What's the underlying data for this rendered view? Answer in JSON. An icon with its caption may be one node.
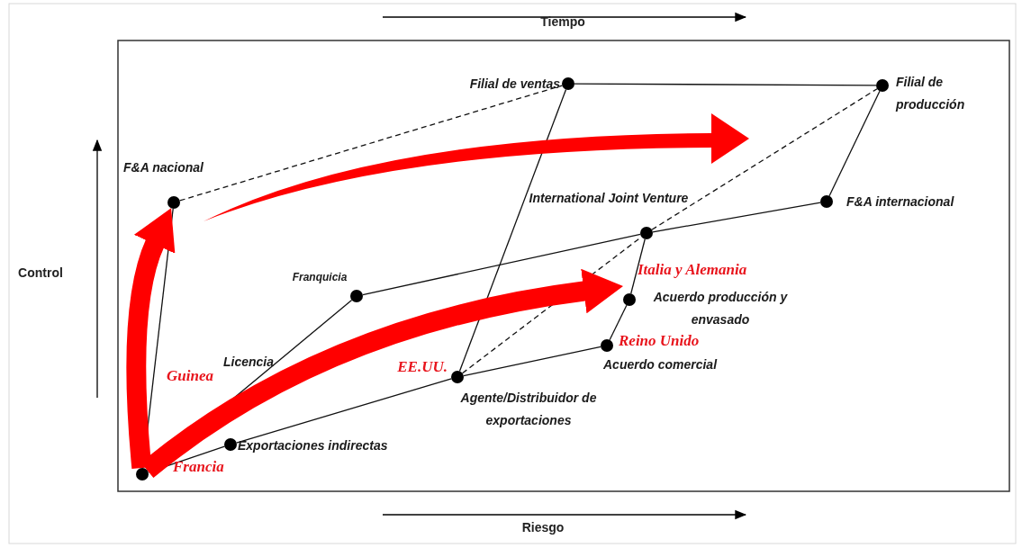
{
  "diagram": {
    "nodes": [
      {
        "text": [],
        "shape": "circle"
      },
      {
        "text": [],
        "shape": "circle",
        "beside": [
          "Exportaciones indirectas"
        ]
      },
      {
        "text": [],
        "shape": "circle",
        "beside": [
          "Franquicia"
        ]
      },
      {
        "text": [],
        "shape": "circle",
        "beside": [
          "F&A nacional"
        ]
      },
      {
        "text": [],
        "shape": "circle",
        "beside": [
          "EE.UU.",
          "Agente/Distribuidor de exportaciones"
        ]
      },
      {
        "text": [],
        "shape": "circle",
        "beside": [
          "Reino Unido",
          "Acuerdo comercial"
        ]
      },
      {
        "text": [],
        "shape": "circle",
        "beside": [
          "Italia y Alemania",
          "Acuerdo producción y envasado"
        ]
      },
      {
        "text": [],
        "shape": "circle",
        "beside": [
          "International Joint Venture"
        ]
      },
      {
        "text": [],
        "shape": "circle",
        "beside": [
          "F&A internacional"
        ]
      },
      {
        "text": [],
        "shape": "circle",
        "beside": [
          "Filial de ventas"
        ]
      },
      {
        "text": [],
        "shape": "circle",
        "beside": [
          "Filial de producción"
        ]
      }
    ],
    "edges": [
      {
        "from": 0,
        "to": 1,
        "arrow": "none"
      },
      {
        "from": 1,
        "to": 4,
        "arrow": "none"
      },
      {
        "from": 4,
        "to": 5,
        "arrow": "none"
      },
      {
        "from": 5,
        "to": 6,
        "arrow": "none"
      },
      {
        "from": 6,
        "to": 7,
        "arrow": "none"
      },
      {
        "from": 0,
        "to": 2,
        "arrow": "none"
      },
      {
        "from": 2,
        "to": 7,
        "arrow": "none"
      },
      {
        "from": 7,
        "to": 8,
        "arrow": "none"
      },
      {
        "from": 8,
        "to": 10,
        "arrow": "none"
      },
      {
        "from": 0,
        "to": 3,
        "arrow": "none"
      },
      {
        "from": 4,
        "to": 9,
        "arrow": "none"
      },
      {
        "from": 9,
        "to": 10,
        "arrow": "none"
      },
      {
        "from": 3,
        "to": 9,
        "arrow": "none",
        "style": "dashed"
      },
      {
        "from": 4,
        "to": 7,
        "arrow": "none",
        "style": "dashed"
      },
      {
        "from": 7,
        "to": 10,
        "arrow": "none",
        "style": "dashed"
      },
      {
        "from": 0,
        "to": 3,
        "arrow": "to",
        "style": "thick",
        "color": "#ff0000"
      },
      {
        "from": 0,
        "to": 6,
        "arrow": "to",
        "style": "thick",
        "color": "#ff0000"
      }
    ],
    "labels": [
      "Tiempo",
      "Control",
      "Licencia",
      "Guinea",
      "Francia",
      "Riesgo"
    ]
  }
}
